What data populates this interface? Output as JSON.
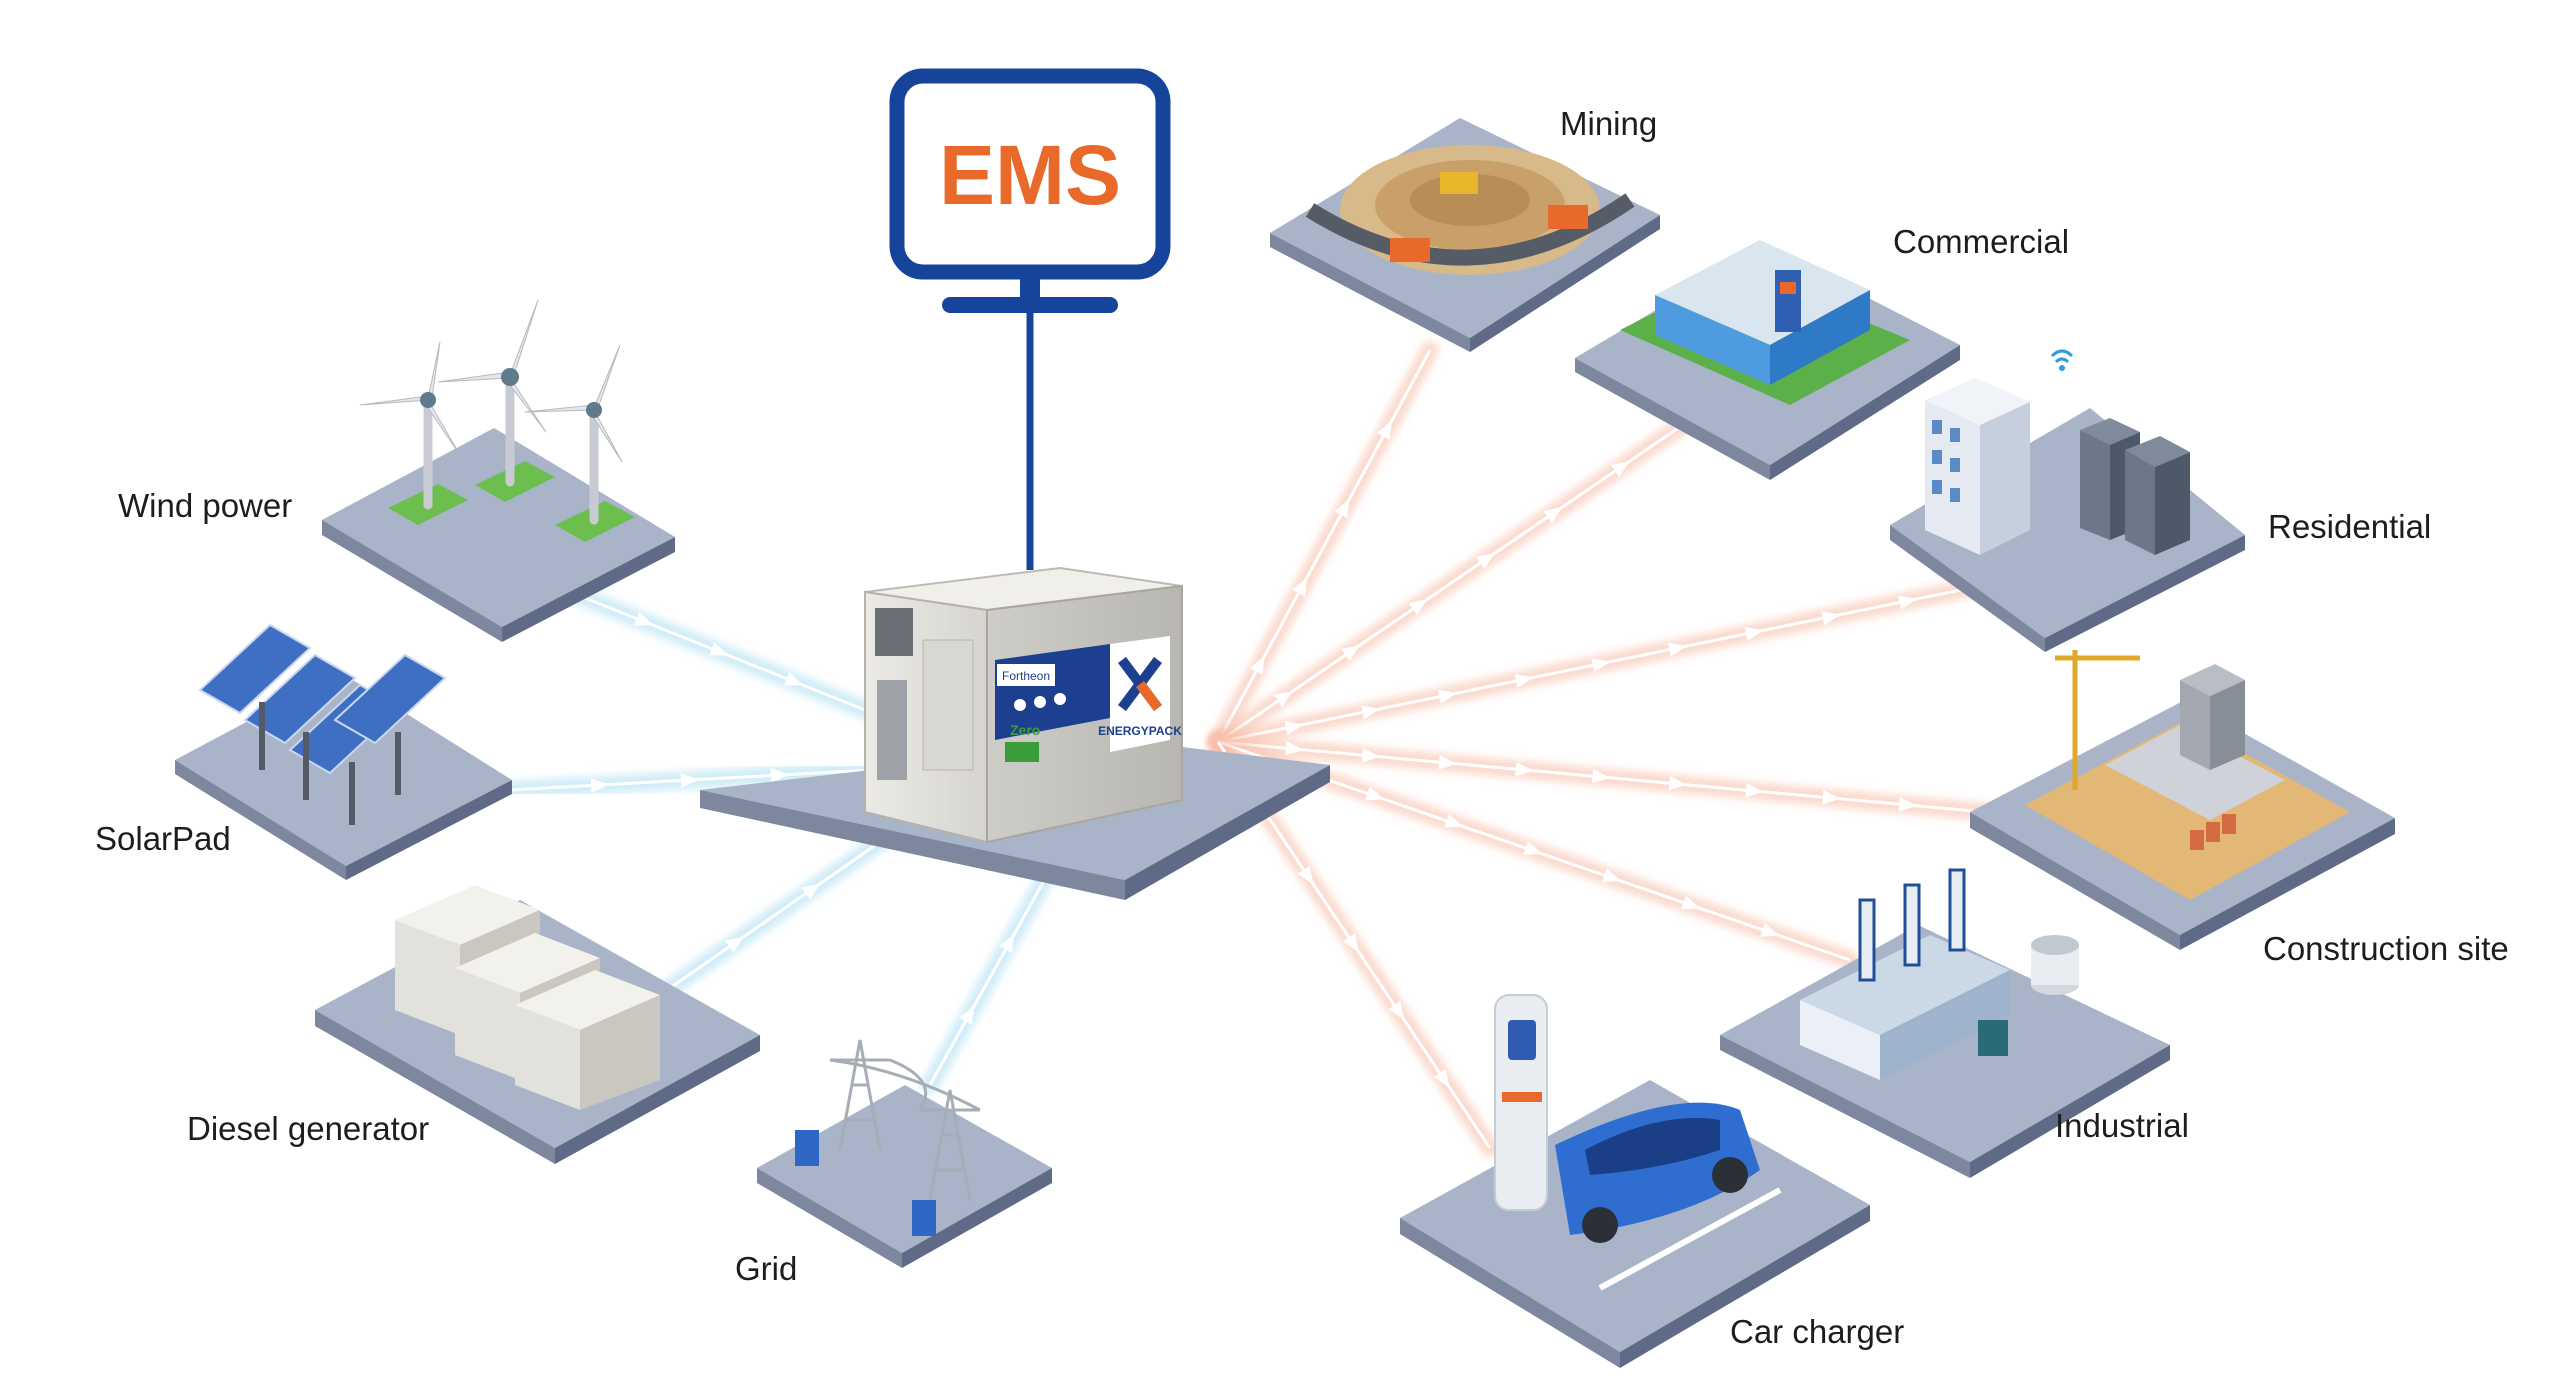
{
  "ems": {
    "label": "EMS",
    "border_color": "#16449a",
    "text_color": "#e8692a"
  },
  "unit": {
    "brand": "Fortheon",
    "product": "ENERGYPACK",
    "badge": "Zero"
  },
  "inputs": [
    {
      "id": "wind",
      "label": "Wind power"
    },
    {
      "id": "solar",
      "label": "SolarPad"
    },
    {
      "id": "diesel",
      "label": "Diesel generator"
    },
    {
      "id": "grid",
      "label": "Grid"
    }
  ],
  "outputs": [
    {
      "id": "mining",
      "label": "Mining"
    },
    {
      "id": "commercial",
      "label": "Commercial"
    },
    {
      "id": "residential",
      "label": "Residential"
    },
    {
      "id": "construction",
      "label": "Construction site"
    },
    {
      "id": "industrial",
      "label": "Industrial"
    },
    {
      "id": "charger",
      "label": "Car charger"
    }
  ],
  "colors": {
    "input_flow": "#a9dcf2",
    "output_flow": "#f7bba6",
    "platform_top": "#a9b4c8",
    "platform_side": "#6f7c96",
    "ems_blue": "#16449a",
    "ems_orange": "#e8692a"
  }
}
